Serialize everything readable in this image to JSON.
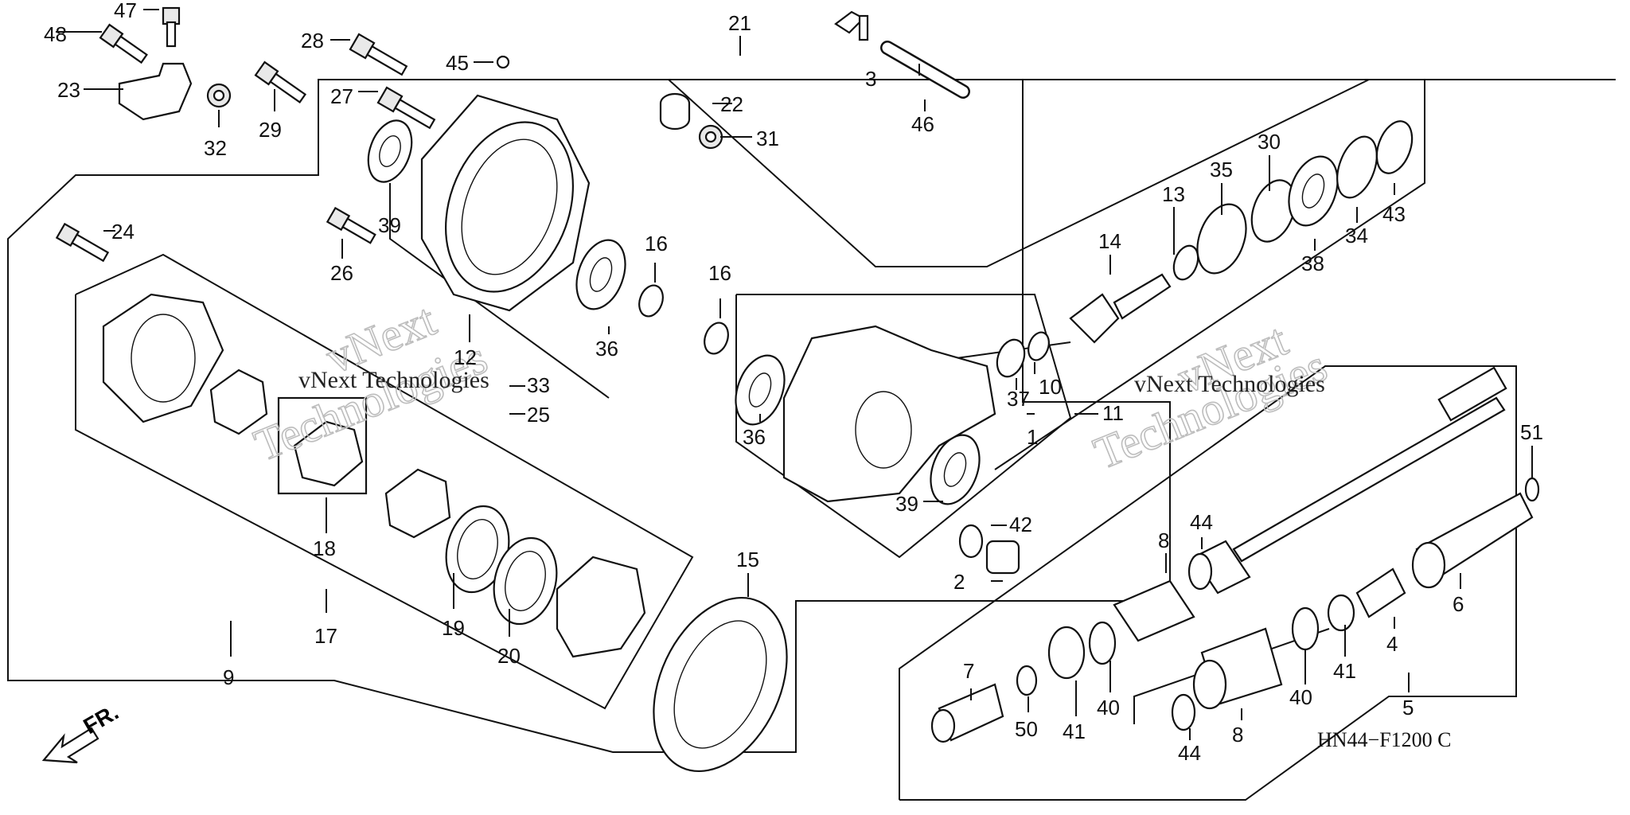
{
  "diagram": {
    "code": "HN44−F1200 C",
    "front_label": "FR.",
    "watermark": [
      "vNext",
      "Technologies"
    ],
    "watermark_line": "vNext Technologies",
    "callouts": [
      {
        "id": "c47",
        "text": "47"
      },
      {
        "id": "c48",
        "text": "48"
      },
      {
        "id": "c23",
        "text": "23"
      },
      {
        "id": "c32",
        "text": "32"
      },
      {
        "id": "c29",
        "text": "29"
      },
      {
        "id": "c28",
        "text": "28"
      },
      {
        "id": "c27",
        "text": "27"
      },
      {
        "id": "c45",
        "text": "45"
      },
      {
        "id": "c21",
        "text": "21"
      },
      {
        "id": "c3",
        "text": "3"
      },
      {
        "id": "c46",
        "text": "46"
      },
      {
        "id": "c22",
        "text": "22"
      },
      {
        "id": "c31",
        "text": "31"
      },
      {
        "id": "c39a",
        "text": "39"
      },
      {
        "id": "c24",
        "text": "24"
      },
      {
        "id": "c26",
        "text": "26"
      },
      {
        "id": "c12",
        "text": "12"
      },
      {
        "id": "c16a",
        "text": "16"
      },
      {
        "id": "c16b",
        "text": "16"
      },
      {
        "id": "c36a",
        "text": "36"
      },
      {
        "id": "c33",
        "text": "33"
      },
      {
        "id": "c25",
        "text": "25"
      },
      {
        "id": "c18",
        "text": "18"
      },
      {
        "id": "c17",
        "text": "17"
      },
      {
        "id": "c9",
        "text": "9"
      },
      {
        "id": "c19",
        "text": "19"
      },
      {
        "id": "c20",
        "text": "20"
      },
      {
        "id": "c15",
        "text": "15"
      },
      {
        "id": "c36b",
        "text": "36"
      },
      {
        "id": "c39b",
        "text": "39"
      },
      {
        "id": "c37",
        "text": "37"
      },
      {
        "id": "c10",
        "text": "10"
      },
      {
        "id": "c1",
        "text": "1"
      },
      {
        "id": "c11",
        "text": "11"
      },
      {
        "id": "c14",
        "text": "14"
      },
      {
        "id": "c13",
        "text": "13"
      },
      {
        "id": "c35",
        "text": "35"
      },
      {
        "id": "c30",
        "text": "30"
      },
      {
        "id": "c38",
        "text": "38"
      },
      {
        "id": "c34",
        "text": "34"
      },
      {
        "id": "c43",
        "text": "43"
      },
      {
        "id": "c42",
        "text": "42"
      },
      {
        "id": "c2",
        "text": "2"
      },
      {
        "id": "c51",
        "text": "51"
      },
      {
        "id": "c44a",
        "text": "44"
      },
      {
        "id": "c8a",
        "text": "8"
      },
      {
        "id": "c6",
        "text": "6"
      },
      {
        "id": "c4",
        "text": "4"
      },
      {
        "id": "c41a",
        "text": "41"
      },
      {
        "id": "c5",
        "text": "5"
      },
      {
        "id": "c7",
        "text": "7"
      },
      {
        "id": "c50",
        "text": "50"
      },
      {
        "id": "c41b",
        "text": "41"
      },
      {
        "id": "c40a",
        "text": "40"
      },
      {
        "id": "c40b",
        "text": "40"
      },
      {
        "id": "c8b",
        "text": "8"
      },
      {
        "id": "c44b",
        "text": "44"
      }
    ]
  }
}
